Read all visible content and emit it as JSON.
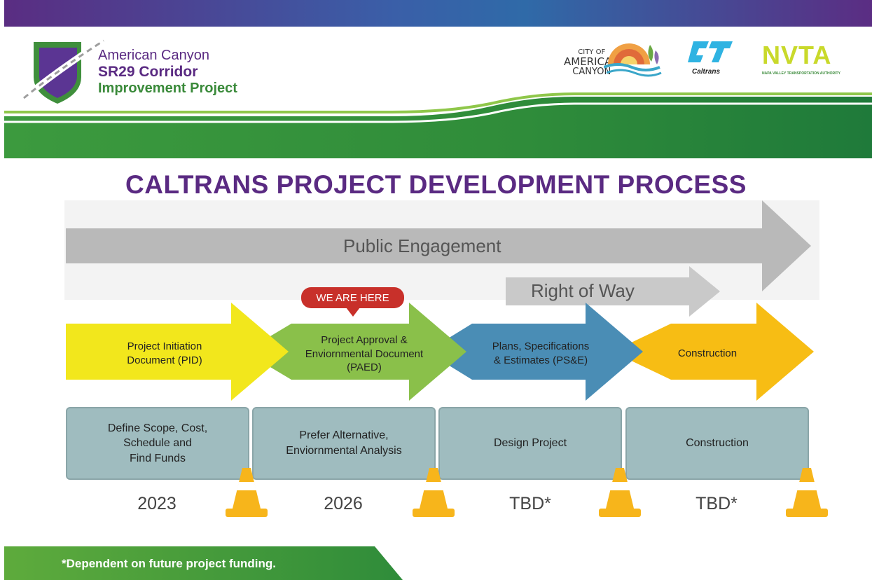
{
  "header": {
    "title_line1": "American Canyon",
    "title_line2": "SR29 Corridor",
    "title_line3": "Improvement Project",
    "logos": {
      "city": {
        "line1": "CITY OF",
        "line2": "AMERICAN",
        "line3": "CANYON"
      },
      "caltrans": {
        "label": "Caltrans"
      },
      "nvta": {
        "label": "NVTA",
        "subtitle": "NAPA VALLEY TRANSPORTATION AUTHORITY"
      }
    }
  },
  "main_title": "CALTRANS PROJECT DEVELOPMENT PROCESS",
  "bands": {
    "public_engagement": "Public Engagement",
    "right_of_way": "Right of Way"
  },
  "marker": {
    "label": "WE ARE HERE"
  },
  "phases": [
    {
      "label": "Project Initiation\nDocument (PID)",
      "color": "#f2e71c"
    },
    {
      "label": "Project Approval &\nEnviornmental Document\n(PAED)",
      "color": "#8ac04a"
    },
    {
      "label": "Plans, Specifications\n& Estimates (PS&E)",
      "color": "#4a8db5"
    },
    {
      "label": "Construction",
      "color": "#f7bd14"
    }
  ],
  "tasks": [
    {
      "label": "Define Scope, Cost,\nSchedule and\nFind Funds"
    },
    {
      "label": "Prefer Alternative,\nEnviornmental Analysis"
    },
    {
      "label": "Design Project"
    },
    {
      "label": "Construction"
    }
  ],
  "years": [
    "2023",
    "2026",
    "TBD*",
    "TBD*"
  ],
  "footer": {
    "note": "*Dependent on future project funding."
  },
  "colors": {
    "purple": "#5a2a82",
    "green": "#3a8a3a",
    "gray_arrow": "#b9b9b9",
    "cone": "#f7b51b",
    "badge": "#c8302a"
  },
  "icons": [
    "shield-road-logo",
    "city-of-american-canyon-logo",
    "caltrans-logo",
    "nvta-logo",
    "traffic-cone-icon"
  ]
}
